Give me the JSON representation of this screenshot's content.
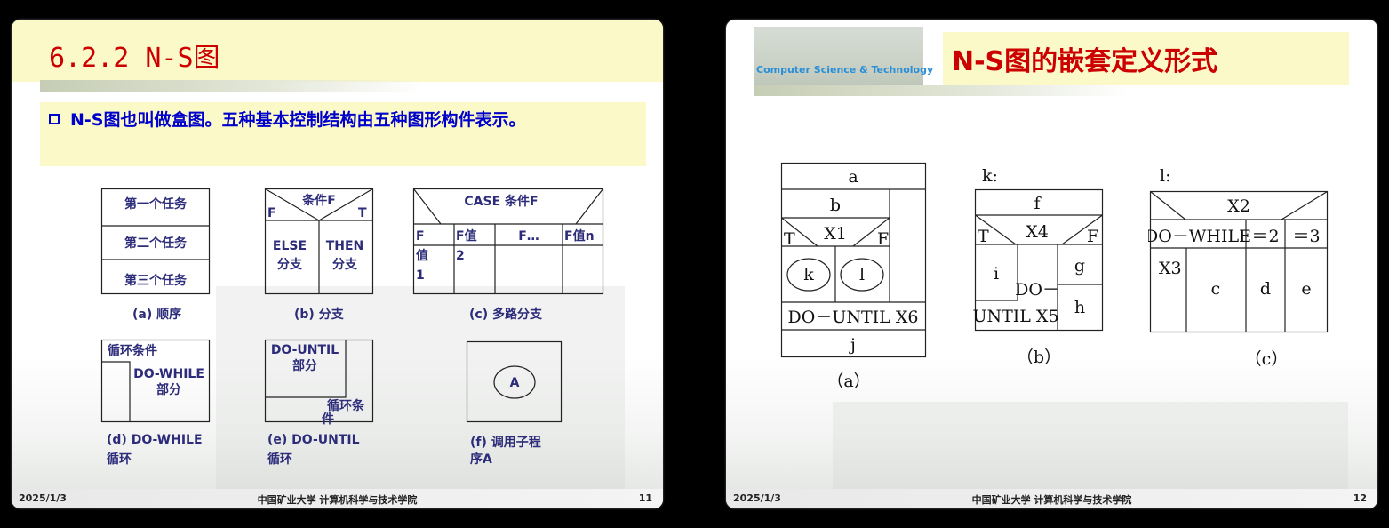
{
  "slide1": {
    "title": "6.2.2 N-S图",
    "bullet": "N-S图也叫做盒图。五种基本控制结构由五种图形构件表示。",
    "seq": {
      "r1": "第一个任务",
      "r2": "第二个任务",
      "r3": "第三个任务"
    },
    "branch": {
      "cond": "条件F",
      "f": "F",
      "t": "T",
      "else1": "ELSE",
      "else2": "分支",
      "then1": "THEN",
      "then2": "分支"
    },
    "case": {
      "head": "CASE 条件F",
      "c1a": "F",
      "c1b": "值",
      "c1c": "1",
      "c2a": "F值",
      "c2b": "2",
      "c3": "F…",
      "c4": "F值n"
    },
    "dowhile": {
      "cond": "循环条件",
      "b1": "DO-WHILE",
      "b2": "部分"
    },
    "dountil": {
      "t1": "DO-UNTIL",
      "t2": "部分",
      "c1": "循环条",
      "c2": "件"
    },
    "call": {
      "a": "A"
    },
    "captions": {
      "a": "(a) 顺序",
      "b": "(b) 分支",
      "c": "(c) 多路分支",
      "d1": "(d)  DO-WHILE",
      "d2": "循环",
      "e1": "(e)  DO-UNTIL",
      "e2": "循环",
      "f1": "(f) 调用子程",
      "f2": "序A"
    },
    "footer": {
      "date": "2025/1/3",
      "center": "中国矿业大学  计算机科学与技术学院",
      "page": "11"
    }
  },
  "slide2": {
    "logo_text": "Computer Science & Technology",
    "title": "N-S图的嵌套定义形式",
    "diagA": {
      "a": "a",
      "b": "b",
      "t": "T",
      "x1": "X1",
      "f": "F",
      "k": "k",
      "l": "l",
      "until": "DO－UNTIL X6",
      "j": "j",
      "cap": "（a）"
    },
    "diagB": {
      "label": "k:",
      "f": "f",
      "t": "T",
      "x4": "X4",
      "ff": "F",
      "i": "i",
      "do": "DO－",
      "until": "UNTIL X5",
      "g": "g",
      "h": "h",
      "cap": "（b）"
    },
    "diagC": {
      "label": "l:",
      "x2": "X2",
      "dowhile": "DO－WHILE",
      "eq2": "＝2",
      "eq3": "＝3",
      "x3": "X3",
      "c": "c",
      "d": "d",
      "e": "e",
      "cap": "（c）"
    },
    "footer": {
      "date": "2025/1/3",
      "center": "中国矿业大学  计算机科学与技术学院",
      "page": "12"
    }
  }
}
